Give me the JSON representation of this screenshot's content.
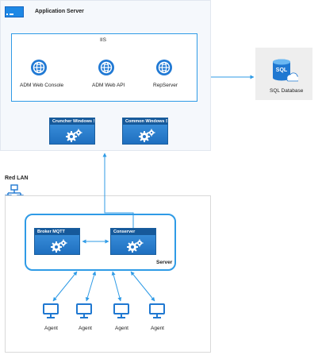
{
  "app_server": {
    "title": "Application Server"
  },
  "iis": {
    "title": "IIS",
    "items": [
      {
        "label": "ADM Web Console"
      },
      {
        "label": "ADM Web API"
      },
      {
        "label": "RepServer"
      }
    ]
  },
  "services": [
    {
      "label": "Cruncher Windows Service"
    },
    {
      "label": "Common Windows Service"
    }
  ],
  "sql": {
    "icon_text": "SQL",
    "label": "SQL Database"
  },
  "lan": {
    "title": "Red LAN"
  },
  "server": {
    "label": "Server",
    "broker": "Broker MQTT",
    "conserver": "Conserver"
  },
  "agents": [
    {
      "label": "Agent"
    },
    {
      "label": "Agent"
    },
    {
      "label": "Agent"
    },
    {
      "label": "Agent"
    }
  ],
  "colors": {
    "accent": "#2f9be6",
    "service_fill": "#2776c9",
    "service_header": "#16599a",
    "panel_bg": "#f5f8fc"
  }
}
